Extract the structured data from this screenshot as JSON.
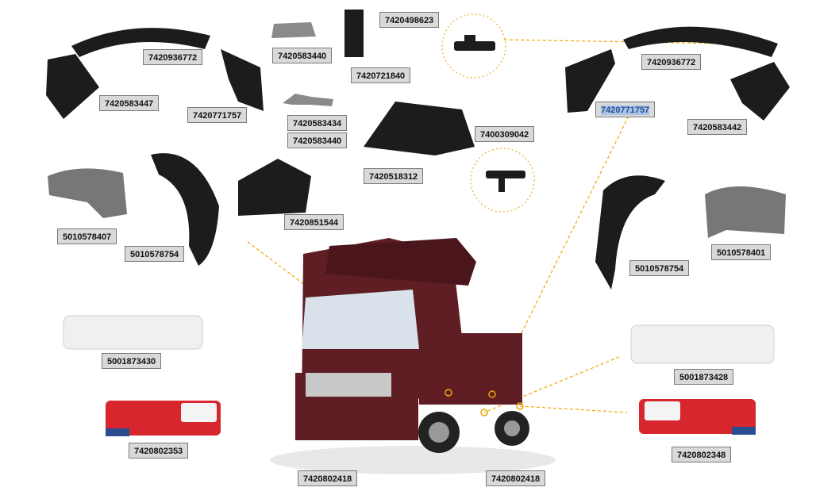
{
  "colors": {
    "leader": "#f0a500",
    "label_bg": "#d9d9d9",
    "part_dark": "#1c1c1c",
    "truck": "#5e1e24",
    "lamp_red": "#d8262f"
  },
  "parts": [
    {
      "id": "p1",
      "code": "7420936772"
    },
    {
      "id": "p2",
      "code": "7420583447"
    },
    {
      "id": "p3",
      "code": "7420771757"
    },
    {
      "id": "p4",
      "code": "7420583440"
    },
    {
      "id": "p5",
      "code": "7420498623"
    },
    {
      "id": "p6",
      "code": "7420721840"
    },
    {
      "id": "p7",
      "code": "7420583434"
    },
    {
      "id": "p8",
      "code": "7420583440"
    },
    {
      "id": "p9",
      "code": "7400309042"
    },
    {
      "id": "p10",
      "code": "7420518312"
    },
    {
      "id": "p11",
      "code": "7420851544"
    },
    {
      "id": "p12",
      "code": "5010578407"
    },
    {
      "id": "p13",
      "code": "5010578754"
    },
    {
      "id": "p14",
      "code": "7420936772"
    },
    {
      "id": "p15",
      "code": "7420771757"
    },
    {
      "id": "p16",
      "code": "7420583442"
    },
    {
      "id": "p17",
      "code": "5010578754"
    },
    {
      "id": "p18",
      "code": "5010578401"
    },
    {
      "id": "p19",
      "code": "5001873430"
    },
    {
      "id": "p20",
      "code": "5001873428"
    },
    {
      "id": "p21",
      "code": "7420802353"
    },
    {
      "id": "p22",
      "code": "7420802348"
    },
    {
      "id": "p23",
      "code": "7420802418"
    },
    {
      "id": "p24",
      "code": "7420802418"
    }
  ]
}
